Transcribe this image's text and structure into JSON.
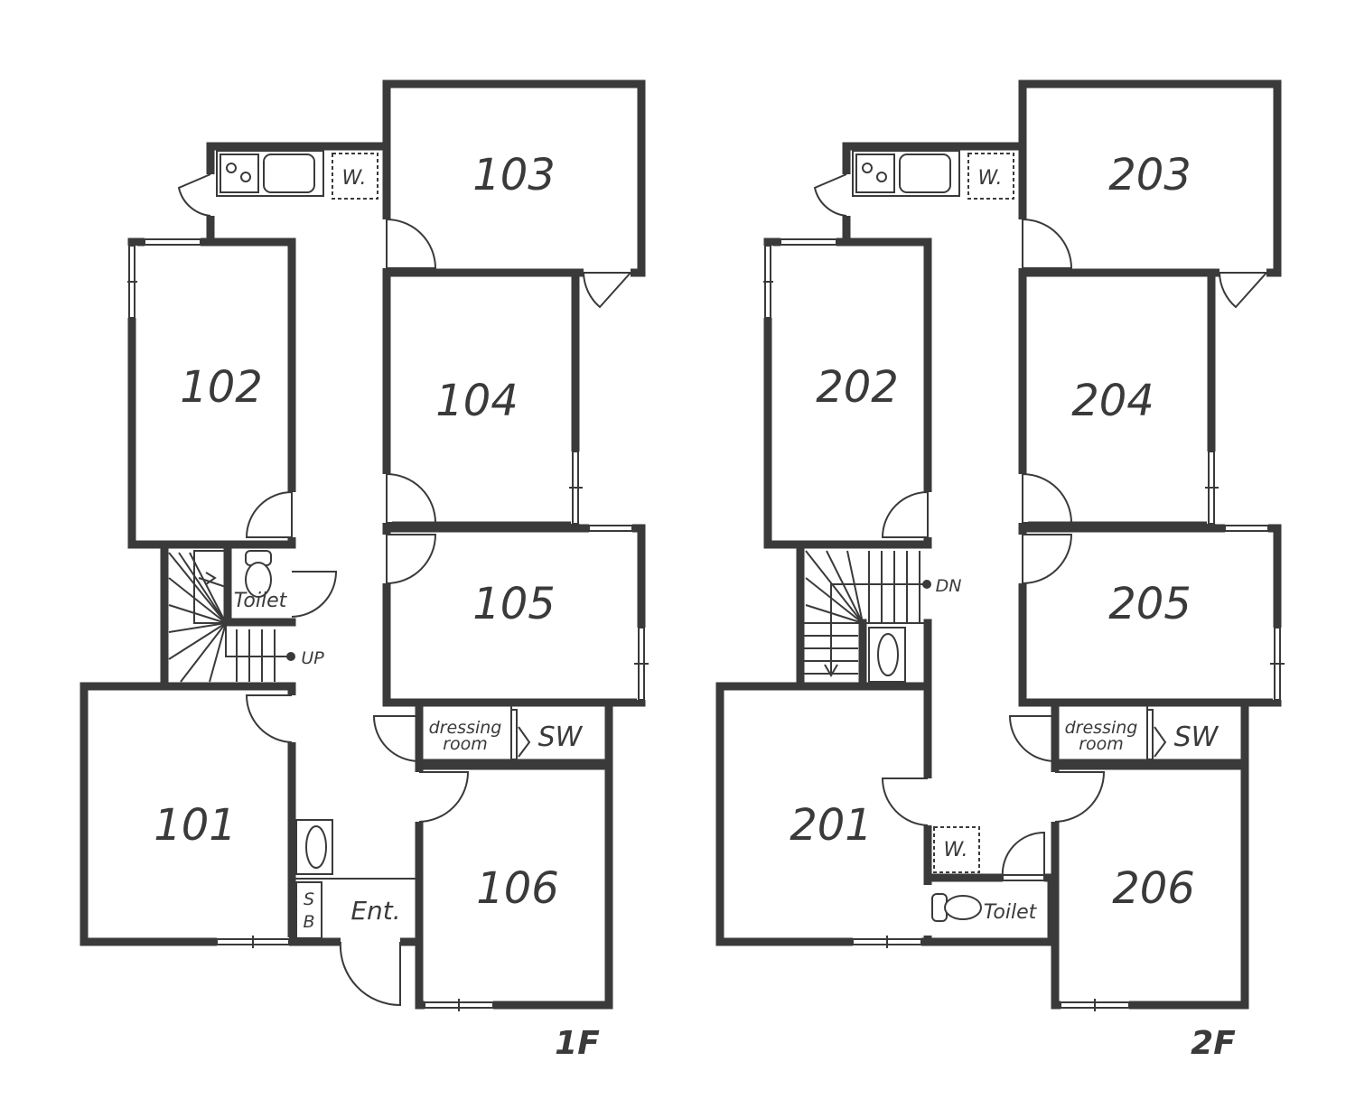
{
  "floors": [
    {
      "label": "1F",
      "rooms": [
        "101",
        "102",
        "103",
        "104",
        "105",
        "106"
      ],
      "labels": {
        "toilet": "Toilet",
        "up": "UP",
        "washer": "W.",
        "dressing_line1": "dressing",
        "dressing_line2": "room",
        "sw": "SW",
        "sb_line1": "S",
        "sb_line2": "B",
        "entrance": "Ent."
      }
    },
    {
      "label": "2F",
      "rooms": [
        "201",
        "202",
        "203",
        "204",
        "205",
        "206"
      ],
      "labels": {
        "toilet": "Toilet",
        "dn": "DN",
        "washer_kitchen": "W.",
        "washer_hall": "W.",
        "dressing_line1": "dressing",
        "dressing_line2": "room",
        "sw": "SW"
      }
    }
  ]
}
